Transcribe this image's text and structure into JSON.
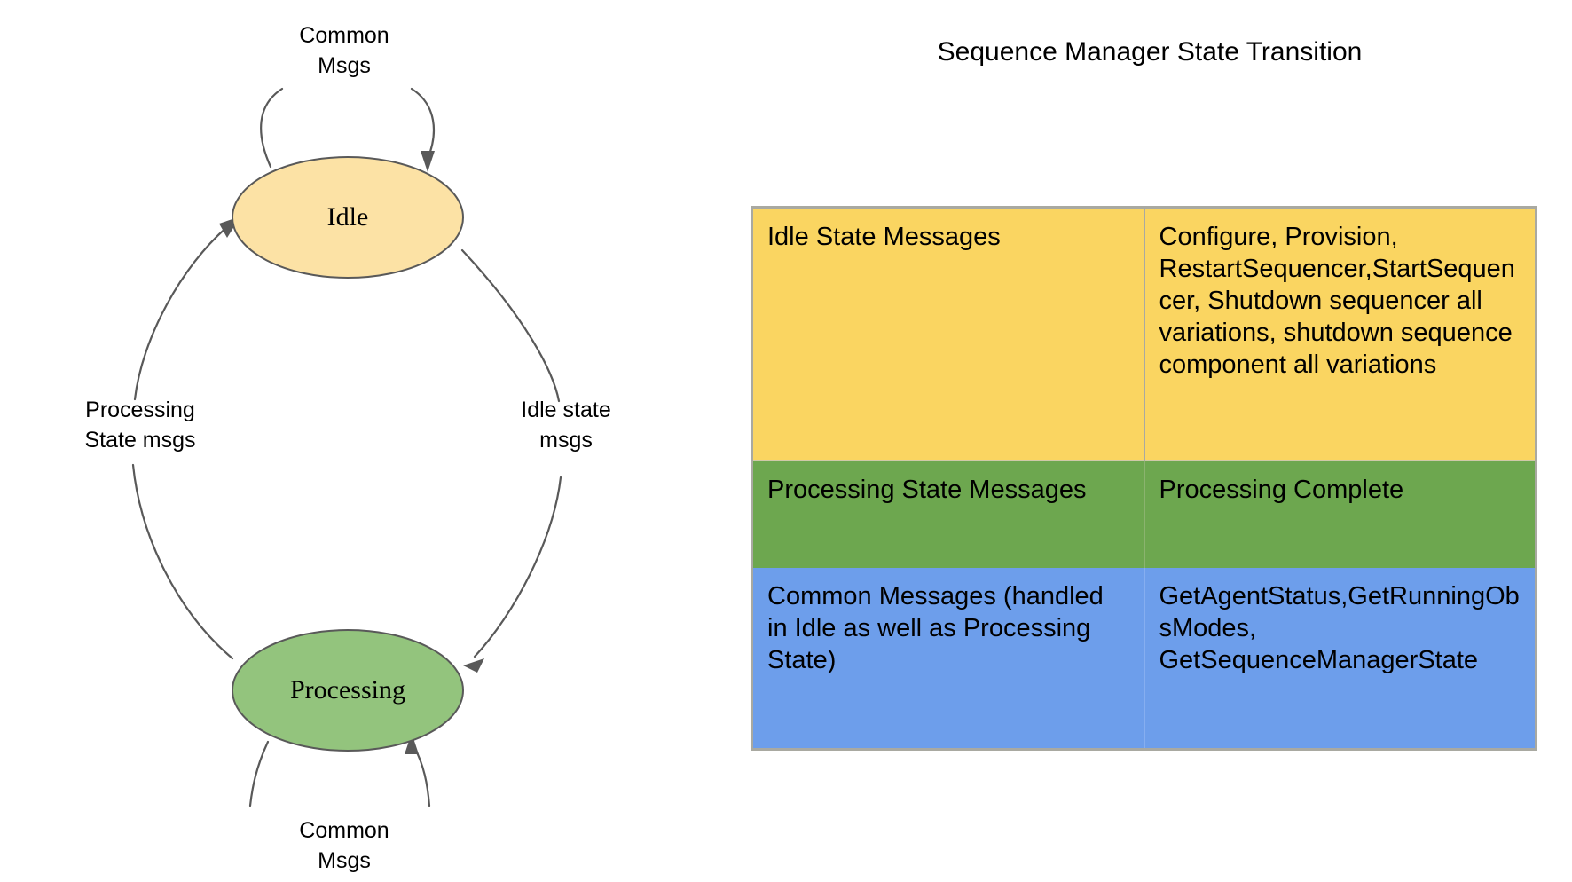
{
  "panel": {
    "title": "Sequence Manager State Transition"
  },
  "diagram": {
    "states": [
      {
        "id": "idle",
        "label": "Idle",
        "fill": "#fce2a5"
      },
      {
        "id": "processing",
        "label": "Processing",
        "fill": "#93c47d"
      }
    ],
    "transitions": [
      {
        "id": "idle-self",
        "label_line1": "Common",
        "label_line2": "Msgs"
      },
      {
        "id": "idle-to-processing",
        "label_line1": "Idle state",
        "label_line2": "msgs"
      },
      {
        "id": "processing-to-idle",
        "label_line1": "Processing",
        "label_line2": "State msgs"
      },
      {
        "id": "processing-self",
        "label_line1": "Common",
        "label_line2": "Msgs"
      }
    ]
  },
  "table": {
    "rows": [
      {
        "id": "idle-state-messages",
        "color": "#fad561",
        "key": "Idle State Messages",
        "value": "Configure, Provision, RestartSequencer,StartSequencer, Shutdown sequencer all variations, shutdown sequence component all variations"
      },
      {
        "id": "processing-state-messages",
        "color": "#6da74f",
        "key": "Processing State Messages",
        "value": "Processing Complete"
      },
      {
        "id": "common-messages",
        "color": "#6d9eeb",
        "key": "Common Messages (handled in Idle as well as Processing State)",
        "value": "GetAgentStatus,GetRunningObsModes, GetSequenceManagerState"
      }
    ]
  }
}
